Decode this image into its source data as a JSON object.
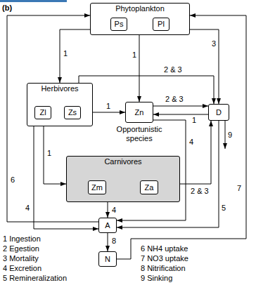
{
  "diagram": {
    "nodes": [
      {
        "text": [
          "Phytoplankton"
        ]
      },
      {
        "text": [
          "Ps"
        ],
        "in": 0
      },
      {
        "text": [
          "Pl"
        ],
        "in": 0
      },
      {
        "text": [
          "Herbivores"
        ]
      },
      {
        "text": [
          "Zl"
        ],
        "in": 3
      },
      {
        "text": [
          "Zs"
        ],
        "in": 3
      },
      {
        "text": [
          "Zn"
        ]
      },
      {
        "text": [
          "D"
        ]
      },
      {
        "text": [
          "Carnivores"
        ]
      },
      {
        "text": [
          "Zm"
        ],
        "in": 8
      },
      {
        "text": [
          "Za"
        ],
        "in": 8
      },
      {
        "text": [
          "A"
        ]
      },
      {
        "text": [
          "N"
        ]
      }
    ],
    "edges": [
      {
        "from": 0,
        "to": 3,
        "arrow": "to",
        "label": "1"
      },
      {
        "from": 0,
        "to": 6,
        "arrow": "to",
        "label": "1"
      },
      {
        "from": 0,
        "to": 7,
        "arrow": "to",
        "label": "3"
      },
      {
        "from": 5,
        "to": 6,
        "arrow": "to",
        "label": "1"
      },
      {
        "from": 3,
        "to": 7,
        "arrow": "to",
        "label": "2 & 3"
      },
      {
        "from": 6,
        "to": 7,
        "arrow": "to",
        "label": "2 & 3"
      },
      {
        "from": 7,
        "to": 6,
        "arrow": "to",
        "label": "1"
      },
      {
        "from": 3,
        "to": 8,
        "arrow": "to",
        "label": "1"
      },
      {
        "from": 3,
        "to": 11,
        "arrow": "to",
        "label": "4"
      },
      {
        "from": 6,
        "to": 11,
        "arrow": "to",
        "label": "4"
      },
      {
        "from": 8,
        "to": 11,
        "arrow": "to",
        "label": "4"
      },
      {
        "from": 8,
        "to": 7,
        "arrow": "to",
        "label": "2 & 3"
      },
      {
        "from": 7,
        "to": 11,
        "arrow": "to",
        "label": "5"
      },
      {
        "from": 11,
        "to": 0,
        "arrow": "to",
        "label": "6"
      },
      {
        "from": 12,
        "to": 0,
        "arrow": "to",
        "label": "7"
      },
      {
        "from": 11,
        "to": 12,
        "arrow": "to",
        "label": "8"
      }
    ],
    "labels": [
      "(b)",
      "Opportunistic species",
      "9",
      "1 Ingestion",
      "2 Egestion",
      "3 Mortality",
      "4 Excretion",
      "5 Remineralization",
      "6 NH4 uptake",
      "7 NO3 uptake",
      "8 Nitrification",
      "9 Sinking"
    ]
  }
}
